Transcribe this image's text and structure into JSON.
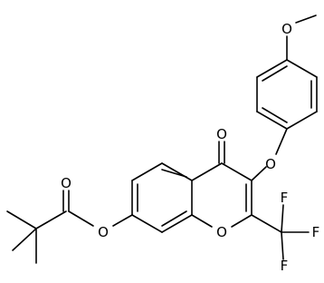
{
  "diagram": {
    "type": "chemical-structure",
    "atom_labels": {
      "methoxy_o": "O",
      "ether_o": "O",
      "ketone_o": "O",
      "ring_o": "O",
      "ester_o_single": "O",
      "ester_o_carbonyl": "O",
      "f_top": "F",
      "f_right": "F",
      "f_bottom": "F"
    }
  }
}
